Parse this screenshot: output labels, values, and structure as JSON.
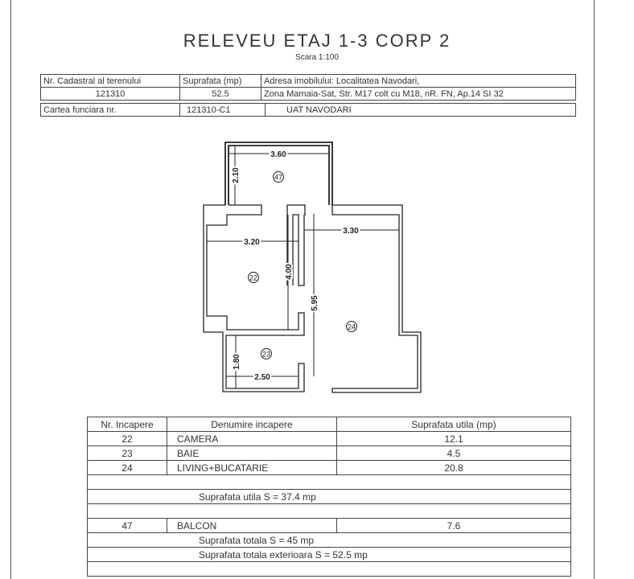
{
  "title": "RELEVEU ETAJ 1-3 CORP 2",
  "scale": "Scara 1:100",
  "header_table": {
    "cadastral_label": "Nr. Cadastral al terenului",
    "surface_label": "Suprafata (mp)",
    "address_label": "Adresa imobilului: Localitatea Navodari,",
    "cadastral_value": "121310",
    "surface_value": "52.5",
    "address_value": "Zona Mamaia-Sat, Str. M17 colt cu M18, nR. FN, Ap.14 SI 32",
    "land_book_label": "Cartea funciara nr.",
    "land_book_value": "121310-C1",
    "uat": "UAT NAVODARI"
  },
  "plan": {
    "dims": {
      "balcony_width": "3.60",
      "balcony_depth": "2.10",
      "camera_width": "3.20",
      "camera_depth": "4.00",
      "living_width": "3.30",
      "living_depth": "5.95",
      "bath_width": "2.50",
      "bath_depth": "1.80"
    },
    "rooms": {
      "balcony": "47",
      "camera": "22",
      "bath": "23",
      "living": "24"
    }
  },
  "rooms_table": {
    "headers": [
      "Nr. Incapere",
      "Denumire incapere",
      "Suprafata utila (mp)"
    ],
    "rows": [
      {
        "nr": "22",
        "name": "CAMERA",
        "area": "12.1"
      },
      {
        "nr": "23",
        "name": "BAIE",
        "area": "4.5"
      },
      {
        "nr": "24",
        "name": "LIVING+BUCATARIE",
        "area": "20.8"
      }
    ],
    "useful_total": "Suprafata utila S = 37.4 mp",
    "balcony": {
      "nr": "47",
      "name": "BALCON",
      "area": "7.6"
    },
    "total": "Suprafata totala S = 45 mp",
    "exterior_total": "Suprafata totala exterioara S = 52.5 mp"
  }
}
